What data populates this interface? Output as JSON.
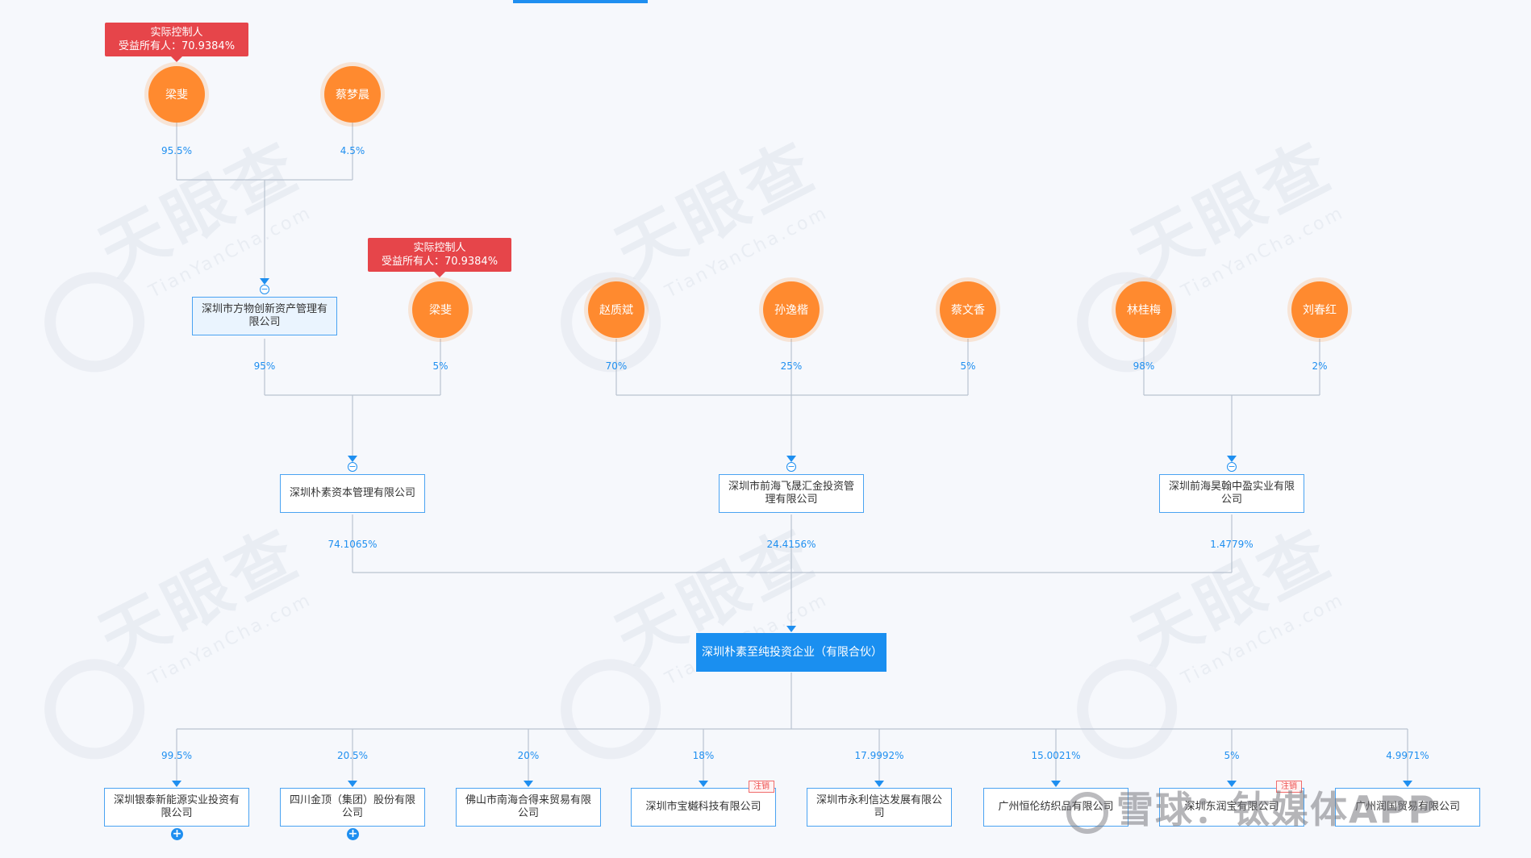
{
  "tags": [
    {
      "line1": "实际控制人",
      "line2": "受益所有人：70.9384%"
    },
    {
      "line1": "实际控制人",
      "line2": "受益所有人：70.9384%"
    }
  ],
  "persons": [
    "梁斐",
    "蔡梦晨",
    "梁斐",
    "赵质斌",
    "孙逸楷",
    "蔡文香",
    "林桂梅",
    "刘春红"
  ],
  "level1_pcts": [
    "95.5%",
    "4.5%"
  ],
  "level2_pcts": [
    "95%",
    "5%",
    "70%",
    "25%",
    "5%",
    "98%",
    "2%"
  ],
  "level3_pcts": [
    "74.1065%",
    "24.4156%",
    "1.4779%"
  ],
  "companies": {
    "fangwu": "深圳市方物创新资产管理有限公司",
    "pusu_capital": "深圳朴素资本管理有限公司",
    "qianhai_feisheng": "深圳市前海飞晟汇金投资管理有限公司",
    "qianhai_haohan": "深圳前海昊翰中盈实业有限公司",
    "main": "深圳朴素至纯投资企业（有限合伙）"
  },
  "investments": [
    {
      "pct": "99.5%",
      "name": "深圳银泰新能源实业投资有限公司",
      "status": "",
      "expand": "+"
    },
    {
      "pct": "20.5%",
      "name": "四川金顶（集团）股份有限公司",
      "status": "",
      "expand": "+"
    },
    {
      "pct": "20%",
      "name": "佛山市南海合得来贸易有限公司",
      "status": "",
      "expand": ""
    },
    {
      "pct": "18%",
      "name": "深圳市宝樾科技有限公司",
      "status": "注销",
      "expand": ""
    },
    {
      "pct": "17.9992%",
      "name": "深圳市永利信达发展有限公司",
      "status": "",
      "expand": ""
    },
    {
      "pct": "15.0021%",
      "name": "广州恒伦纺织品有限公司",
      "status": "",
      "expand": ""
    },
    {
      "pct": "5%",
      "name": "深圳东润宝有限公司",
      "status": "注销",
      "expand": ""
    },
    {
      "pct": "4.9971%",
      "name": "广州润国贸易有限公司",
      "status": "",
      "expand": ""
    }
  ],
  "collapse_symbol": "−",
  "watermark": {
    "cn": "天眼查",
    "en": "TianYanCha.com"
  },
  "footer_watermark": "雪球：钛媒体APP",
  "colors": {
    "person": "#ff8a2f",
    "line": "#b9c3d0",
    "accent": "#1f8ff0",
    "tag": "#e6454a"
  }
}
